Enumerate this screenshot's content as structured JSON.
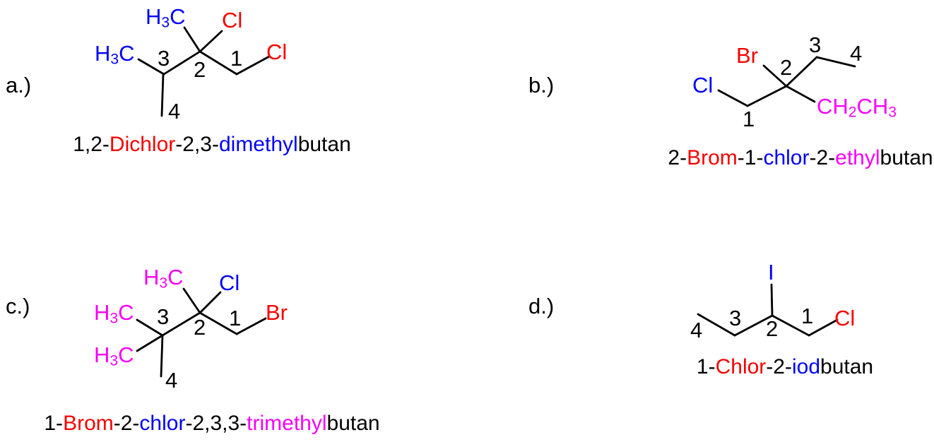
{
  "colors": {
    "black": "#000000",
    "red": "#f80000",
    "blue": "#0000f8",
    "magenta": "#f800f8"
  },
  "sections": {
    "a": {
      "label": "a.)",
      "atoms": {
        "methyl_top": {
          "p1": "H",
          "sub": "3",
          "p2": "C",
          "color": "blue"
        },
        "methyl_left": {
          "p1": "H",
          "sub": "3",
          "p2": "C",
          "color": "blue"
        },
        "cl_top": {
          "text": "Cl",
          "color": "red"
        },
        "cl_right": {
          "text": "Cl",
          "color": "red"
        },
        "n1": {
          "text": "1",
          "color": "black"
        },
        "n2": {
          "text": "2",
          "color": "black"
        },
        "n3": {
          "text": "3",
          "color": "black"
        },
        "n4": {
          "text": "4",
          "color": "black"
        }
      },
      "name_parts": [
        {
          "text": "1,2-",
          "color": "black"
        },
        {
          "text": "Dichlor",
          "color": "red"
        },
        {
          "text": "-2,3-",
          "color": "black"
        },
        {
          "text": "dimethyl",
          "color": "blue"
        },
        {
          "text": "butan",
          "color": "black"
        }
      ]
    },
    "b": {
      "label": "b.)",
      "atoms": {
        "br_top": {
          "text": "Br",
          "color": "red"
        },
        "cl_left": {
          "text": "Cl",
          "color": "blue"
        },
        "ethyl": {
          "p1": "CH",
          "s1": "2",
          "p2": "CH",
          "s2": "3",
          "color": "magenta"
        },
        "n1": {
          "text": "1",
          "color": "black"
        },
        "n2": {
          "text": "2",
          "color": "black"
        },
        "n3": {
          "text": "3",
          "color": "black"
        },
        "n4": {
          "text": "4",
          "color": "black"
        }
      },
      "name_parts": [
        {
          "text": "2-",
          "color": "black"
        },
        {
          "text": "Brom",
          "color": "red"
        },
        {
          "text": "-1-",
          "color": "black"
        },
        {
          "text": "chlor",
          "color": "blue"
        },
        {
          "text": "-2-",
          "color": "black"
        },
        {
          "text": "ethyl",
          "color": "magenta"
        },
        {
          "text": "butan",
          "color": "black"
        }
      ]
    },
    "c": {
      "label": "c.)",
      "atoms": {
        "methyl_top": {
          "p1": "H",
          "sub": "3",
          "p2": "C",
          "color": "magenta"
        },
        "methyl_left": {
          "p1": "H",
          "sub": "3",
          "p2": "C",
          "color": "magenta"
        },
        "methyl_bottom": {
          "p1": "H",
          "sub": "3",
          "p2": "C",
          "color": "magenta"
        },
        "cl_top": {
          "text": "Cl",
          "color": "blue"
        },
        "br_right": {
          "text": "Br",
          "color": "red"
        },
        "n1": {
          "text": "1",
          "color": "black"
        },
        "n2": {
          "text": "2",
          "color": "black"
        },
        "n3": {
          "text": "3",
          "color": "black"
        },
        "n4": {
          "text": "4",
          "color": "black"
        }
      },
      "name_parts": [
        {
          "text": "1-",
          "color": "black"
        },
        {
          "text": "Brom",
          "color": "red"
        },
        {
          "text": "-2-",
          "color": "black"
        },
        {
          "text": "chlor",
          "color": "blue"
        },
        {
          "text": "-2,3,3-",
          "color": "black"
        },
        {
          "text": "trimethyl",
          "color": "magenta"
        },
        {
          "text": "butan",
          "color": "black"
        }
      ]
    },
    "d": {
      "label": "d.)",
      "atoms": {
        "i_top": {
          "text": "I",
          "color": "blue"
        },
        "cl_right": {
          "text": "Cl",
          "color": "red"
        },
        "n1": {
          "text": "1",
          "color": "black"
        },
        "n2": {
          "text": "2",
          "color": "black"
        },
        "n3": {
          "text": "3",
          "color": "black"
        },
        "n4": {
          "text": "4",
          "color": "black"
        }
      },
      "name_parts": [
        {
          "text": "1-",
          "color": "black"
        },
        {
          "text": "Chlor",
          "color": "red"
        },
        {
          "text": "-2-",
          "color": "black"
        },
        {
          "text": "iod",
          "color": "blue"
        },
        {
          "text": "butan",
          "color": "black"
        }
      ]
    }
  }
}
